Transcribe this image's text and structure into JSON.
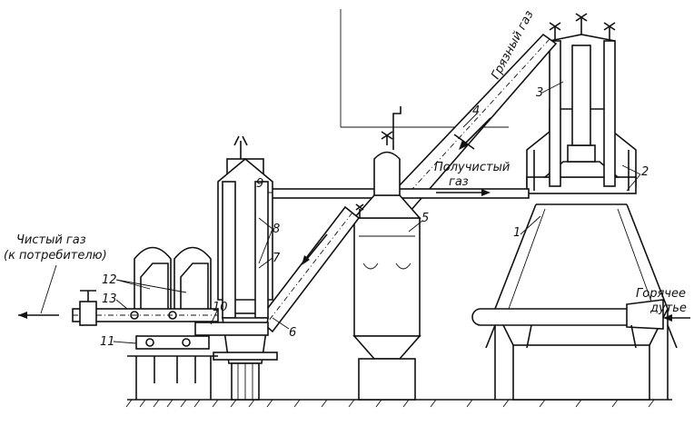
{
  "labels": {
    "dirty_gas": "Грязный газ",
    "semi_clean_gas": "Получистый газ",
    "clean_gas_line1": "Чистый газ",
    "clean_gas_line2": "(к потребителю)",
    "hot_blast_line1": "Горячее",
    "hot_blast_line2": "дутье"
  },
  "numbers": [
    "1",
    "2",
    "3",
    "4",
    "5",
    "6",
    "7",
    "8",
    "9",
    "10",
    "11",
    "12",
    "13"
  ]
}
